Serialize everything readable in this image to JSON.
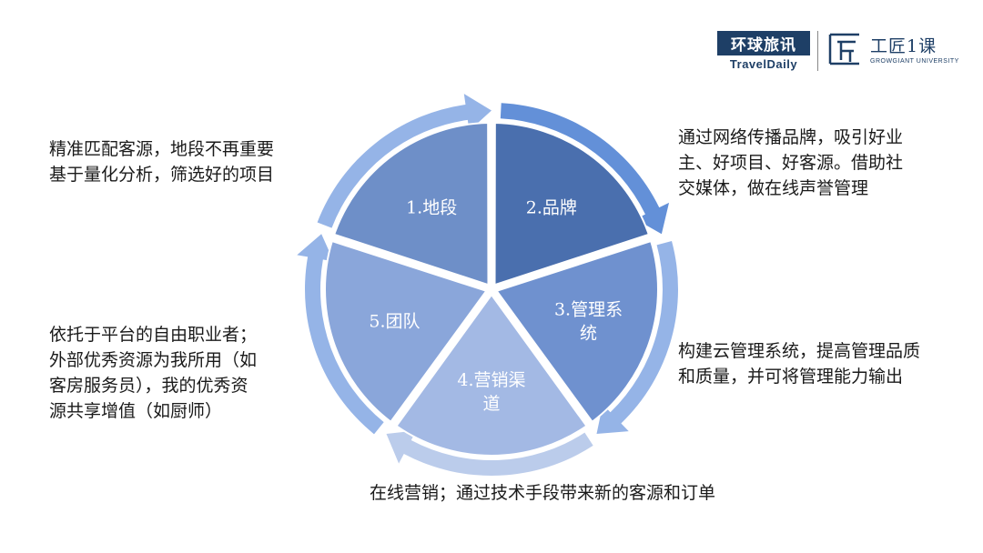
{
  "logos": {
    "traveldaily_cn": "环球旅讯",
    "traveldaily_en": "TravelDaily",
    "growgiant_cn": "工匠1课",
    "growgiant_en": "GROWGIANT UNIVERSITY"
  },
  "segments": [
    {
      "label_line1": "1.地段",
      "label_line2": "",
      "color": "#6e8fc8"
    },
    {
      "label_line1": "2.品牌",
      "label_line2": "",
      "color": "#4a6fae"
    },
    {
      "label_line1": "3.管理系",
      "label_line2": "统",
      "color": "#6f91cf"
    },
    {
      "label_line1": "4.营销渠",
      "label_line2": "道",
      "color": "#a3b9e4"
    },
    {
      "label_line1": "5.团队",
      "label_line2": "",
      "color": "#8aa6da"
    }
  ],
  "notes": {
    "location": "精准匹配客源，地段不再重要\n基于量化分析，筛选好的项目",
    "brand": "通过网络传播品牌，吸引好业\n主、好项目、好客源。借助社\n交媒体，做在线声誉管理",
    "management": "构建云管理系统，提高管理品质\n和质量，并可将管理能力输出",
    "marketing": "在线营销；通过技术手段带来新的客源和订单",
    "team": "依托于平台的自由职业者；\n外部优秀资源为我所用（如\n客房服务员），我的优秀资\n源共享增值（如厨师）"
  }
}
